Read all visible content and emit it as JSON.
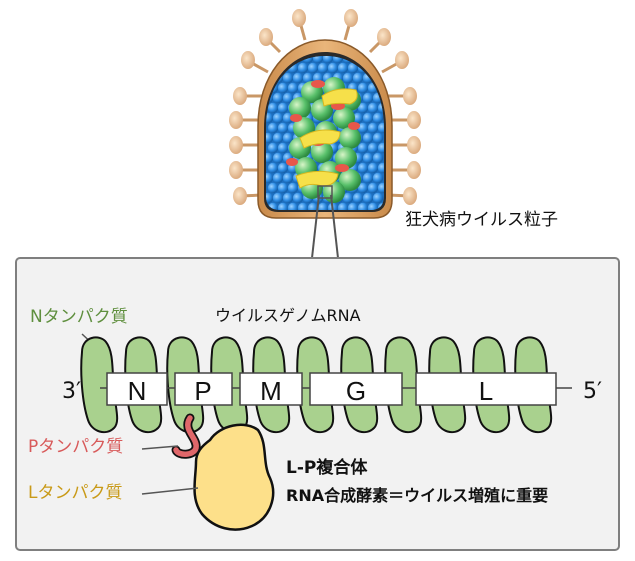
{
  "virus_particle": {
    "label": "狂犬病ウイルス粒子"
  },
  "genome": {
    "title": "ウイルスゲノムRNA",
    "end_left": "3′",
    "end_right": "5′",
    "genes": [
      "N",
      "P",
      "M",
      "G",
      "L"
    ]
  },
  "proteins": {
    "n_label": "Nタンパク質",
    "p_label": "Pタンパク質",
    "l_label": "Lタンパク質"
  },
  "complex": {
    "line1": "L-P複合体",
    "line2": "RNA合成酵素＝ウイルス増殖に重要"
  },
  "colors": {
    "n_protein": "#a9d18e",
    "p_protein": "#e0676a",
    "l_protein": "#fde08a",
    "n_label_text": "#5f8f3e",
    "p_label_text": "#d85a5a",
    "l_label_text": "#c99a18",
    "panel_fill": "#f2f2f2",
    "panel_stroke": "#7f7f7f"
  }
}
